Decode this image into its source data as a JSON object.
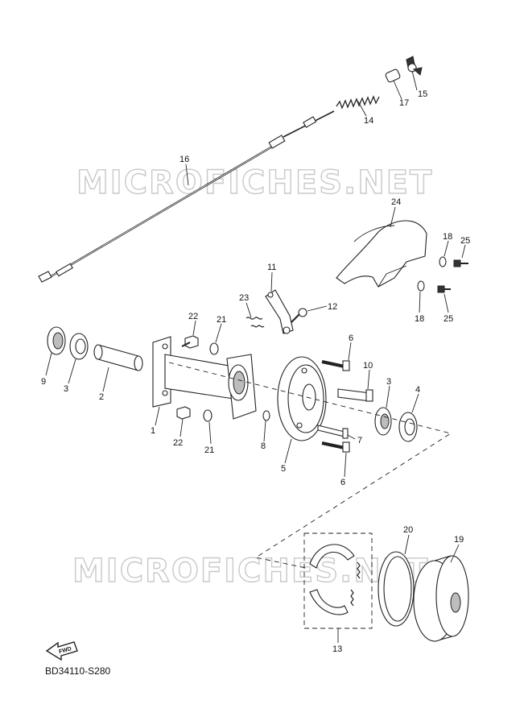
{
  "watermark": "MICROFICHES.NET",
  "diagram_code": "BD34110-S280",
  "fwd_label": "FWD",
  "callouts": [
    "1",
    "2",
    "3",
    "4",
    "5",
    "6",
    "7",
    "8",
    "9",
    "10",
    "11",
    "12",
    "13",
    "14",
    "15",
    "16",
    "17",
    "18",
    "19",
    "20",
    "21",
    "22",
    "23",
    "24",
    "25"
  ]
}
